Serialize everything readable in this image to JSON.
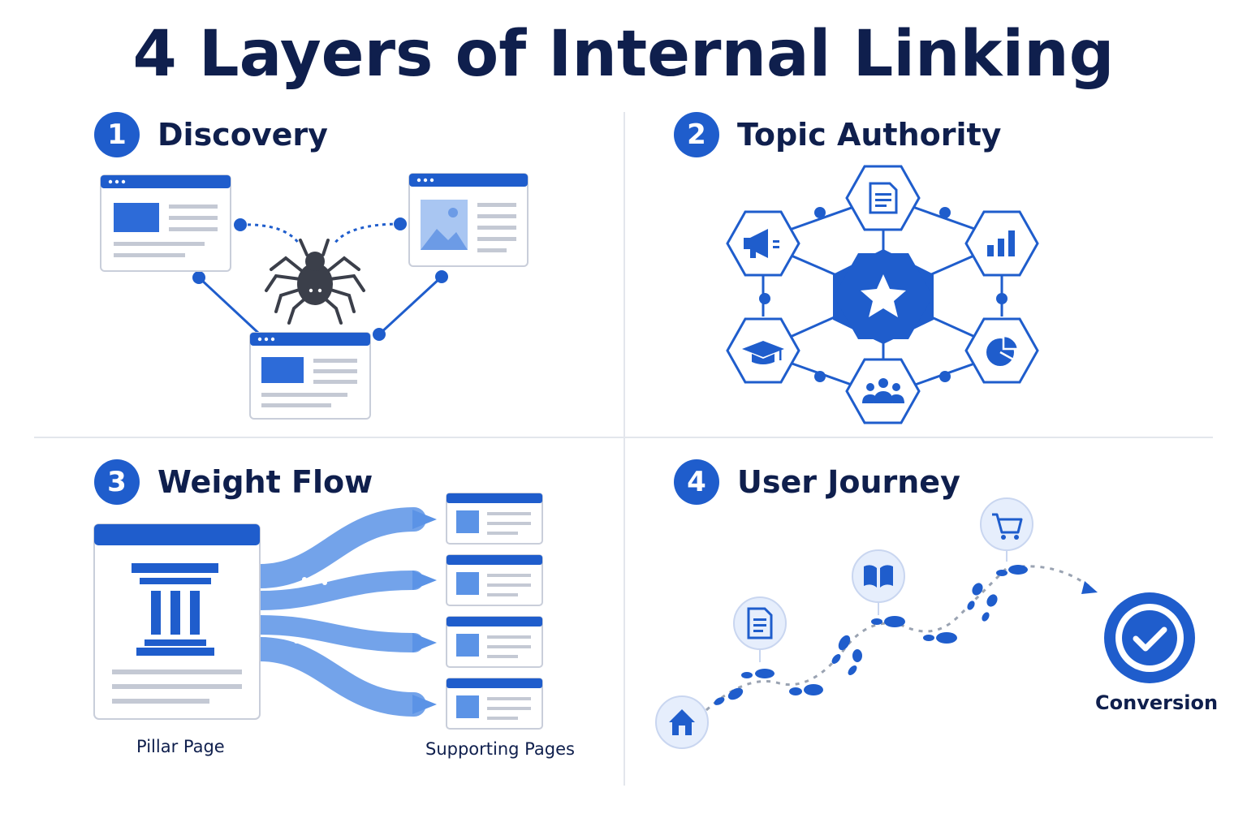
{
  "title": "4 Layers of Internal Linking",
  "sections": [
    {
      "number": "1",
      "title": "Discovery"
    },
    {
      "number": "2",
      "title": "Topic Authority"
    },
    {
      "number": "3",
      "title": "Weight Flow",
      "pillar_label": "Pillar Page",
      "supporting_label": "Supporting Pages"
    },
    {
      "number": "4",
      "title": "User Journey",
      "goal_label": "Conversion"
    }
  ],
  "icons": {
    "discovery": [
      "browser-window-icon",
      "image-page-icon",
      "spider-crawler-icon"
    ],
    "topic_authority": [
      "star-icon",
      "document-icon",
      "megaphone-icon",
      "bar-chart-icon",
      "graduation-cap-icon",
      "pie-chart-icon",
      "users-icon"
    ],
    "weight_flow": [
      "pillar-column-icon",
      "flow-arrow-icon"
    ],
    "user_journey": [
      "home-icon",
      "document-icon",
      "book-icon",
      "shopping-cart-icon",
      "footprints-icon",
      "checkmark-icon"
    ]
  },
  "colors": {
    "primary": "#1f5dcc",
    "light_blue": "#5b93e6",
    "navy_text": "#0f1f4d",
    "spider": "#3b3f4a"
  }
}
